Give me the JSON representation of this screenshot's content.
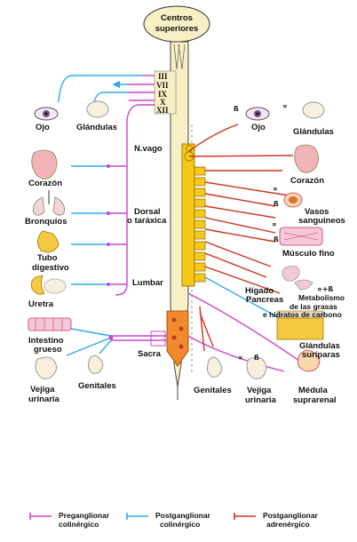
{
  "brain_label": [
    "Centros",
    "superiores"
  ],
  "cranial_nerves": [
    "III",
    "VII",
    "IX",
    "X",
    "XII"
  ],
  "regions": {
    "vagus": "N.vago",
    "thoracic": [
      "Dorsal",
      "o taráxica"
    ],
    "lumbar": "Lumbar",
    "sacral": "Sacra"
  },
  "left_organs": {
    "eye": "Ojo",
    "glands": "Glándulas",
    "heart": "Corazón",
    "bronchi": "Bronquios",
    "digestive": [
      "Tubo",
      "digestivo"
    ],
    "urethra": "Uretra",
    "large_intestine": [
      "Intestino",
      "grueso"
    ],
    "bladder": [
      "Vejiga",
      "urinaria"
    ],
    "genitals": "Genitales"
  },
  "right_organs": {
    "beta1": "ß",
    "alpha1": "∝",
    "eye": "Ojo",
    "glands": "Glándulas",
    "heart": "Corazón",
    "alpha2": "∝",
    "beta2": "ß",
    "vessels": [
      "Vasos",
      "sanguineos"
    ],
    "alpha3": "∝",
    "beta3": "ß",
    "smooth_muscle": "Músculo fino",
    "liver": [
      "Hígado",
      "Pancreas"
    ],
    "alpha_beta": "∝+ß",
    "metabolism": [
      "Metabolismo",
      "de las grasas",
      "e hidratos de carbono"
    ],
    "sweat_glands": [
      "Glándulas",
      "suríparas"
    ],
    "genitals": "Genitales",
    "alpha4": "∝",
    "beta4": "ß",
    "bladder": [
      "Vejiga",
      "urinaria"
    ],
    "adrenal": [
      "Médula",
      "suprarenal"
    ]
  },
  "legend": [
    {
      "line1": "Preganglionar",
      "line2": "colinérgico",
      "color": "#cc44cc"
    },
    {
      "line1": "Postganglionar",
      "line2": "colinérgico",
      "color": "#33aaee"
    },
    {
      "line1": "Postganglionar",
      "line2": "adrenérgico",
      "color": "#cc3322"
    }
  ],
  "colors": {
    "preganglionic": "#cc44cc",
    "post_cholinergic": "#33aaee",
    "post_adrenergic": "#cc3322",
    "spinal_cord": "#f8f0c4",
    "ganglion_chain": "#f5c81a",
    "sacral_block": "#f08a2a"
  }
}
